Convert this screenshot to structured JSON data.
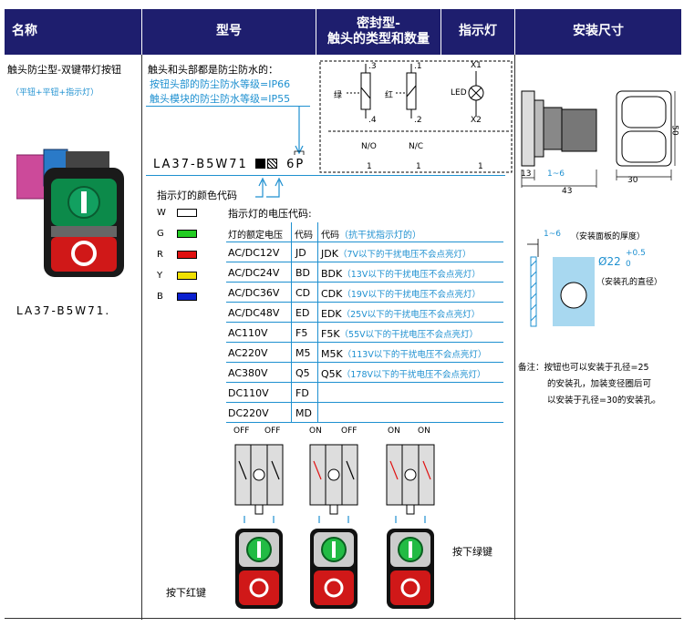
{
  "headers": {
    "name": "名称",
    "model": "型号",
    "sealed_line1": "密封型-",
    "sealed_line2": "触头的类型和数量",
    "indicator": "指示灯",
    "install": "安装尺寸"
  },
  "product": {
    "title": "触头防尘型-双键带灯按钮",
    "subtitle": "（平钮+平钮+指示灯）",
    "model_label": "LA37-B5W71."
  },
  "protection": {
    "intro": "触头和头部都是防尘防水的：",
    "line1": "按钮头部的防尘防水等级=IP66",
    "line2": "触头模块的防尘防水等级=IP55"
  },
  "model_code": {
    "prefix": "LA37-B5W71",
    "suffix": "6P"
  },
  "contacts": {
    "green_label": "绿",
    "red_label": "红",
    "led_label": "LED",
    "no_top": ".3",
    "no_bot": ".4",
    "nc_top": ".1",
    "nc_bot": ".2",
    "x1": "X1",
    "x2": "X2",
    "no_name": "N/O",
    "nc_name": "N/C",
    "count_no": "1",
    "count_nc": "1",
    "count_led": "1"
  },
  "color_code": {
    "label": "指示灯的颜色代码",
    "items": [
      {
        "code": "W",
        "color": "#ffffff"
      },
      {
        "code": "G",
        "color": "#22cc22"
      },
      {
        "code": "R",
        "color": "#e01010"
      },
      {
        "code": "Y",
        "color": "#f0e000"
      },
      {
        "code": "B",
        "color": "#0a20d0"
      }
    ]
  },
  "voltage": {
    "label": "指示灯的电压代码:",
    "col1": "灯的额定电压",
    "col2": "代码",
    "col3": "代码",
    "col3_note": "（抗干扰指示灯的）",
    "rows": [
      {
        "v": "AC/DC12V",
        "c": "JD",
        "ac": "JDK",
        "note": "（7V以下的干扰电压不会点亮灯）"
      },
      {
        "v": "AC/DC24V",
        "c": "BD",
        "ac": "BDK",
        "note": "（13V以下的干扰电压不会点亮灯）"
      },
      {
        "v": "AC/DC36V",
        "c": "CD",
        "ac": "CDK",
        "note": "（19V以下的干扰电压不会点亮灯）"
      },
      {
        "v": "AC/DC48V",
        "c": "ED",
        "ac": "EDK",
        "note": "（25V以下的干扰电压不会点亮灯）"
      },
      {
        "v": "AC110V",
        "c": "F5",
        "ac": "F5K",
        "note": "（55V以下的干扰电压不会点亮灯）"
      },
      {
        "v": "AC220V",
        "c": "M5",
        "ac": "M5K",
        "note": "（113V以下的干扰电压不会点亮灯）"
      },
      {
        "v": "AC380V",
        "c": "Q5",
        "ac": "Q5K",
        "note": "（178V以下的干扰电压不会点亮灯）"
      },
      {
        "v": "DC110V",
        "c": "FD",
        "ac": "",
        "note": ""
      },
      {
        "v": "DC220V",
        "c": "MD",
        "ac": "",
        "note": ""
      }
    ]
  },
  "operation": {
    "states": [
      {
        "left": "OFF",
        "right": "OFF"
      },
      {
        "left": "ON",
        "right": "OFF"
      },
      {
        "left": "ON",
        "right": "ON"
      }
    ],
    "press_red": "按下红键",
    "press_green": "按下绿键"
  },
  "dims": {
    "d13": "13",
    "d1_6": "1~6",
    "d43": "43",
    "d30": "30",
    "d50": "50",
    "panel_range": "1~6",
    "panel_note": "（安装面板的厚度）",
    "hole_dia": "Ø22",
    "hole_tol_up": "+0.5",
    "hole_tol_low": "0",
    "hole_note": "（安装孔的直径）"
  },
  "note": {
    "line1": "备注：按钮也可以安装于孔径=25",
    "line2": "的安装孔，加装变径圈后可",
    "line3": "以安装于孔径=30的安装孔。"
  }
}
